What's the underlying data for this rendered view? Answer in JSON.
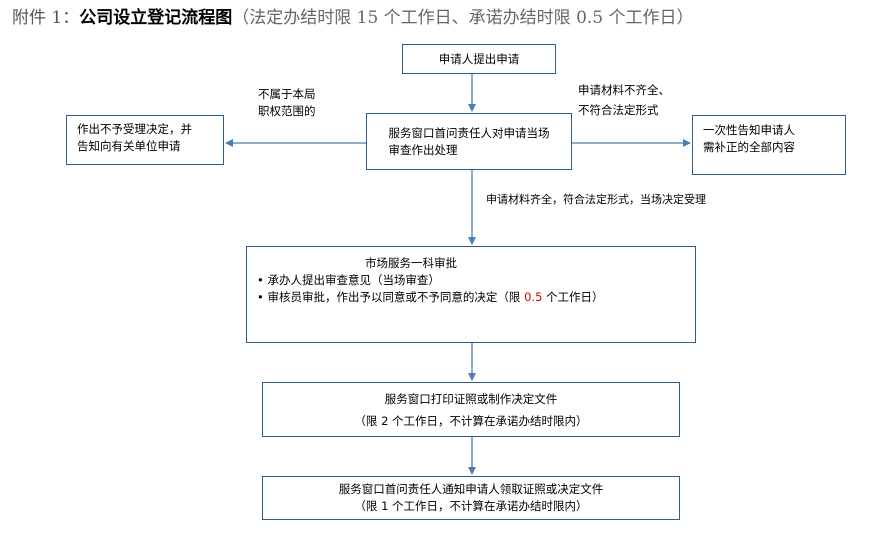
{
  "title": {
    "prefix": "附件 1：",
    "main": "公司设立登记流程图",
    "suffix": "（法定办结时限 15 个工作日、承诺办结时限 0.5 个工作日）"
  },
  "nodes": {
    "apply": "申请人提出申请",
    "review": {
      "line1": "服务窗口首问责任人对申请当场",
      "line2": "审查作出处理"
    },
    "reject": {
      "line1": "作出不予受理决定，并",
      "line2": "告知向有关单位申请"
    },
    "notify": {
      "line1": "一次性告知申请人",
      "line2": "需补正的全部内容"
    },
    "approve": {
      "title": "市场服务一科审批",
      "item1": "• 承办人提出审查意见（当场审查）",
      "item2_pre": "• 审核员审批，作出予以同意或不予同意的决定（限",
      "item2_num": " 0.5 ",
      "item2_post": "个工作日）"
    },
    "print": {
      "line1": "服务窗口打印证照或制作决定文件",
      "line2": "（限 2 个工作日，不计算在承诺办结时限内）"
    },
    "collect": {
      "line1": "服务窗口首问责任人通知申请人领取证照或决定文件",
      "line2": "（限 1 个工作日，不计算在承诺办结时限内）"
    }
  },
  "edges": {
    "not_scope": {
      "line1": "不属于本局",
      "line2": "职权范围的"
    },
    "incomplete": {
      "line1": "申请材料不齐全、",
      "line2": "不符合法定形式"
    },
    "complete": "申请材料齐全，符合法定形式，当场决定受理"
  },
  "colors": {
    "box_border": "#2f5e8e",
    "arrow": "#4a7eb5",
    "highlight": "#d00000"
  }
}
